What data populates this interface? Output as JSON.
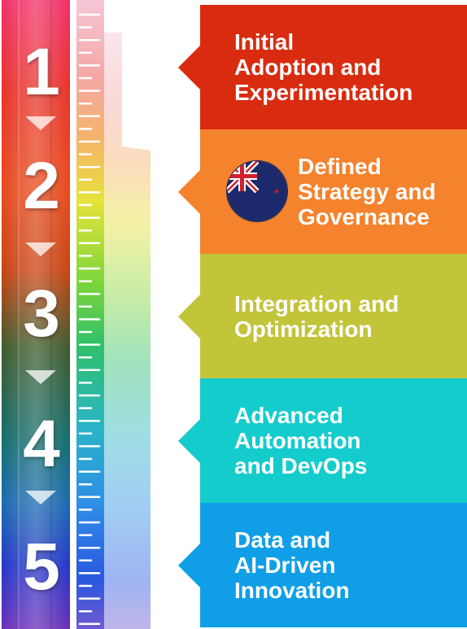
{
  "stages": [
    {
      "number": "1",
      "label": "Initial\nAdoption and\nExperimentation",
      "color": "#d92b0f"
    },
    {
      "number": "2",
      "label": "Defined\nStrategy and\nGovernance",
      "color": "#f5822c",
      "icon": "new-zealand-flag-icon"
    },
    {
      "number": "3",
      "label": "Integration and\nOptimization",
      "color": "#c2c43a"
    },
    {
      "number": "4",
      "label": "Advanced\nAutomation\nand DevOps",
      "color": "#14cccc"
    },
    {
      "number": "5",
      "label": "Data and\nAI-Driven\nInnovation",
      "color": "#109fe6"
    }
  ],
  "gauge_icon": "spectrum-gauge-icon",
  "arrow_icon": "down-arrow-icon"
}
